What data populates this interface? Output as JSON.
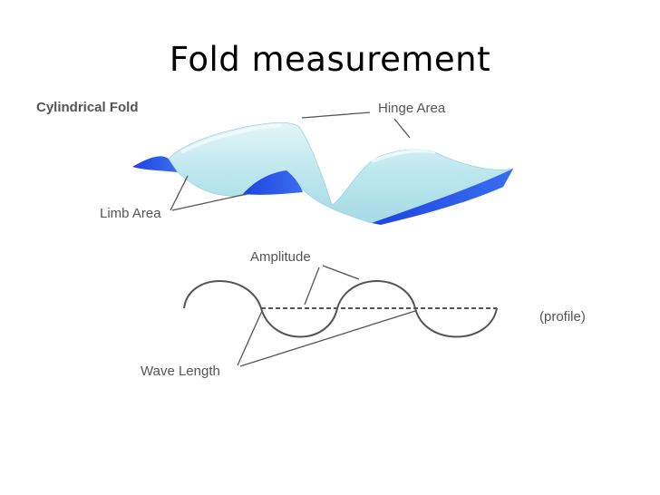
{
  "slide": {
    "title": "Fold measurement"
  },
  "labels": {
    "cylindrical_fold": "Cylindrical Fold",
    "hinge_area": "Hinge Area",
    "limb_area": "Limb Area",
    "amplitude": "Amplitude",
    "profile": "(profile)",
    "wave_length": "Wave Length"
  },
  "colors": {
    "fold_surface": "#bfe8ef",
    "fold_edge": "#2f5ee8",
    "profile_line": "#555555"
  }
}
